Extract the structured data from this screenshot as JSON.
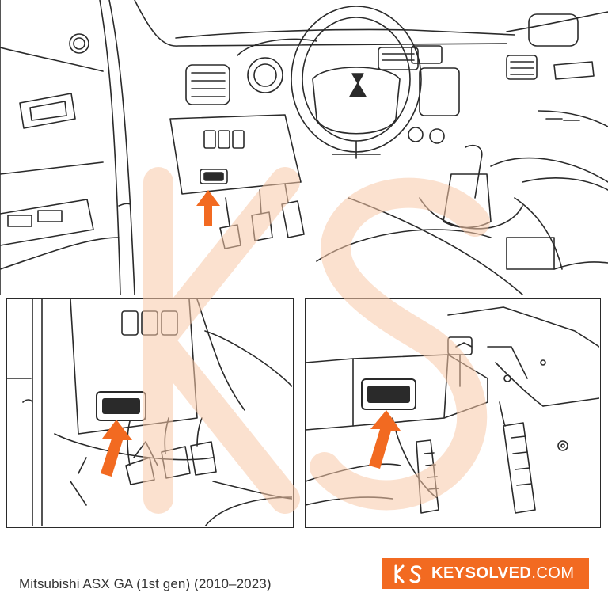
{
  "caption": {
    "vehicle": "Mitsubishi ASX GA (1st gen) (2010–2023)"
  },
  "brand": {
    "name_bold": "KEYSOLVED",
    "name_suffix": ".COM",
    "logo_letters": "KS",
    "badge_color": "#f26a21"
  },
  "illustration": {
    "accent_color": "#f26a21",
    "line_color": "#2a2a2a",
    "watermark_color": "#f9c9a8"
  }
}
